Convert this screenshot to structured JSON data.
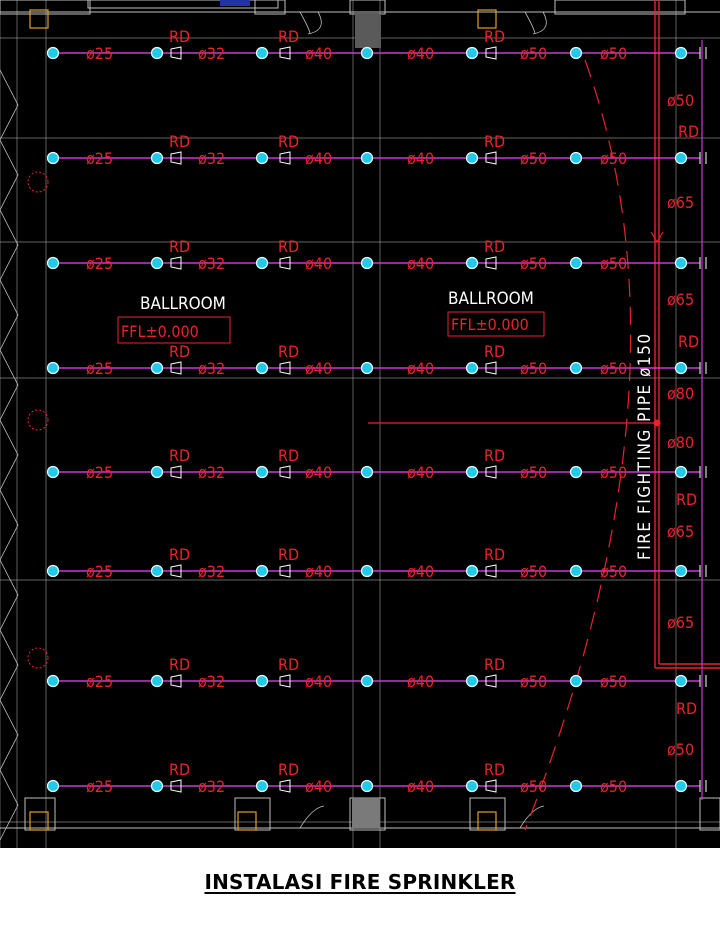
{
  "caption": {
    "title": "INSTALASI FIRE SPRINKLER"
  },
  "rooms": [
    {
      "name": "BALLROOM",
      "level": "FFL±0.000"
    },
    {
      "name": "BALLROOM",
      "level": "FFL±0.000"
    }
  ],
  "riser": {
    "label": "FIRE FIGHTING PIPE ø150"
  },
  "pipe_sizes": {
    "branch_segments": [
      "ø25",
      "ø32",
      "ø40",
      "ø40",
      "ø50",
      "ø50"
    ],
    "riser_segments": [
      "ø50",
      "ø65",
      "ø65",
      "ø80",
      "ø80",
      "ø65",
      "ø65",
      "ø50"
    ]
  },
  "reducer_label": "RD",
  "colors": {
    "background": "#000000",
    "branch_pipe": "#c63bd6",
    "sprinkler_head": "#22c9e8",
    "annotation": "#e8232a",
    "gridline": "#bfbfbf",
    "room_text": "#ffffff"
  }
}
